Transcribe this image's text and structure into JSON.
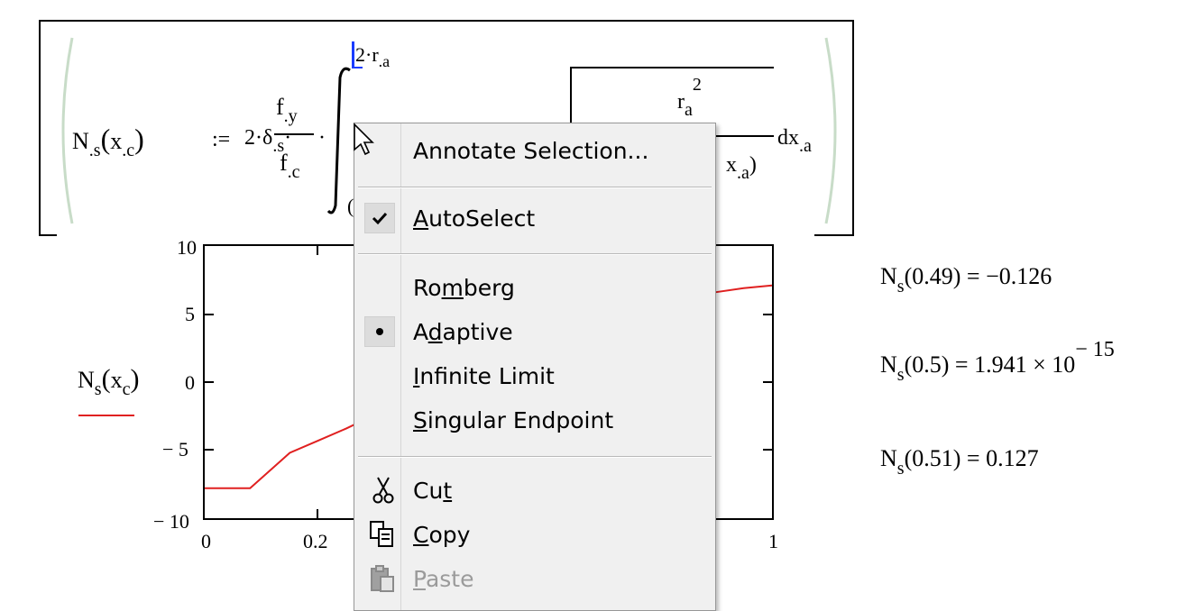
{
  "equation": {
    "lhs_N": "N",
    "lhs_sub": ".s",
    "lhs_arg": "x",
    "lhs_arg_sub": ".c",
    "assign": ":=",
    "coef": "2·δ",
    "coef_sub": ".s",
    "dot": "·",
    "frac_num": "f",
    "frac_num_sub": ".y",
    "frac_den": "f",
    "frac_den_sub": ".c",
    "upper_limit": "2·r",
    "upper_limit_sub": ".a",
    "sqrt_num": "r",
    "sqrt_num_sub": "a",
    "sqrt_num_sup": "2",
    "partial_term": "x",
    "partial_term_sub": ".a",
    "differential": "dx",
    "differential_sub": ".a",
    "lower_limit": "("
  },
  "plot": {
    "y_ticks": [
      "10",
      "5",
      "0",
      "− 5",
      "− 10"
    ],
    "x_ticks": [
      "0",
      "0.2",
      "1"
    ],
    "y_label": "N",
    "y_label_sub": "s",
    "y_label_arg": "x",
    "y_label_arg_sub": "c",
    "trace_color": "#e02020"
  },
  "chart_data": {
    "type": "line",
    "xlim": [
      0,
      1
    ],
    "ylim": [
      -10,
      10
    ],
    "x": [
      0,
      0.08,
      0.15,
      0.2,
      0.25,
      0.28,
      0.75,
      0.8,
      0.85,
      0.9,
      0.95,
      1.0
    ],
    "y": [
      -7.8,
      -7.8,
      -5.2,
      -4.3,
      -3.4,
      -2.8,
      4.8,
      5.6,
      6.1,
      6.6,
      6.9,
      7.1
    ],
    "series": [
      {
        "values_visible": "partial"
      }
    ]
  },
  "results": [
    {
      "fn": "N",
      "sub": "s",
      "arg": "(0.49)",
      "eq": "=",
      "value": "−0.126",
      "pow": ""
    },
    {
      "fn": "N",
      "sub": "s",
      "arg": "(0.5)",
      "eq": "=",
      "value": "1.941 × 10",
      "pow": "− 15"
    },
    {
      "fn": "N",
      "sub": "s",
      "arg": "(0.51)",
      "eq": "=",
      "value": "0.127",
      "pow": ""
    }
  ],
  "context_menu": {
    "items": [
      {
        "label": "Annotate Selection...",
        "key": ""
      },
      {
        "label_pre": "",
        "label_u": "A",
        "label_post": "utoSelect",
        "checked": true
      },
      {
        "label_pre": "Ro",
        "label_u": "m",
        "label_post": "berg"
      },
      {
        "label_pre": "A",
        "label_u": "d",
        "label_post": "aptive",
        "radio": true
      },
      {
        "label_pre": "",
        "label_u": "I",
        "label_post": "nfinite Limit"
      },
      {
        "label_pre": "",
        "label_u": "S",
        "label_post": "ingular Endpoint"
      },
      {
        "label_pre": "Cu",
        "label_u": "t",
        "label_post": ""
      },
      {
        "label_pre": "",
        "label_u": "C",
        "label_post": "opy"
      },
      {
        "label_pre": "",
        "label_u": "P",
        "label_post": "aste",
        "disabled": true
      }
    ]
  },
  "colors": {
    "bracket": "#c8dcc8",
    "cursor_blue": "#1a3cff",
    "trace": "#e02020"
  }
}
